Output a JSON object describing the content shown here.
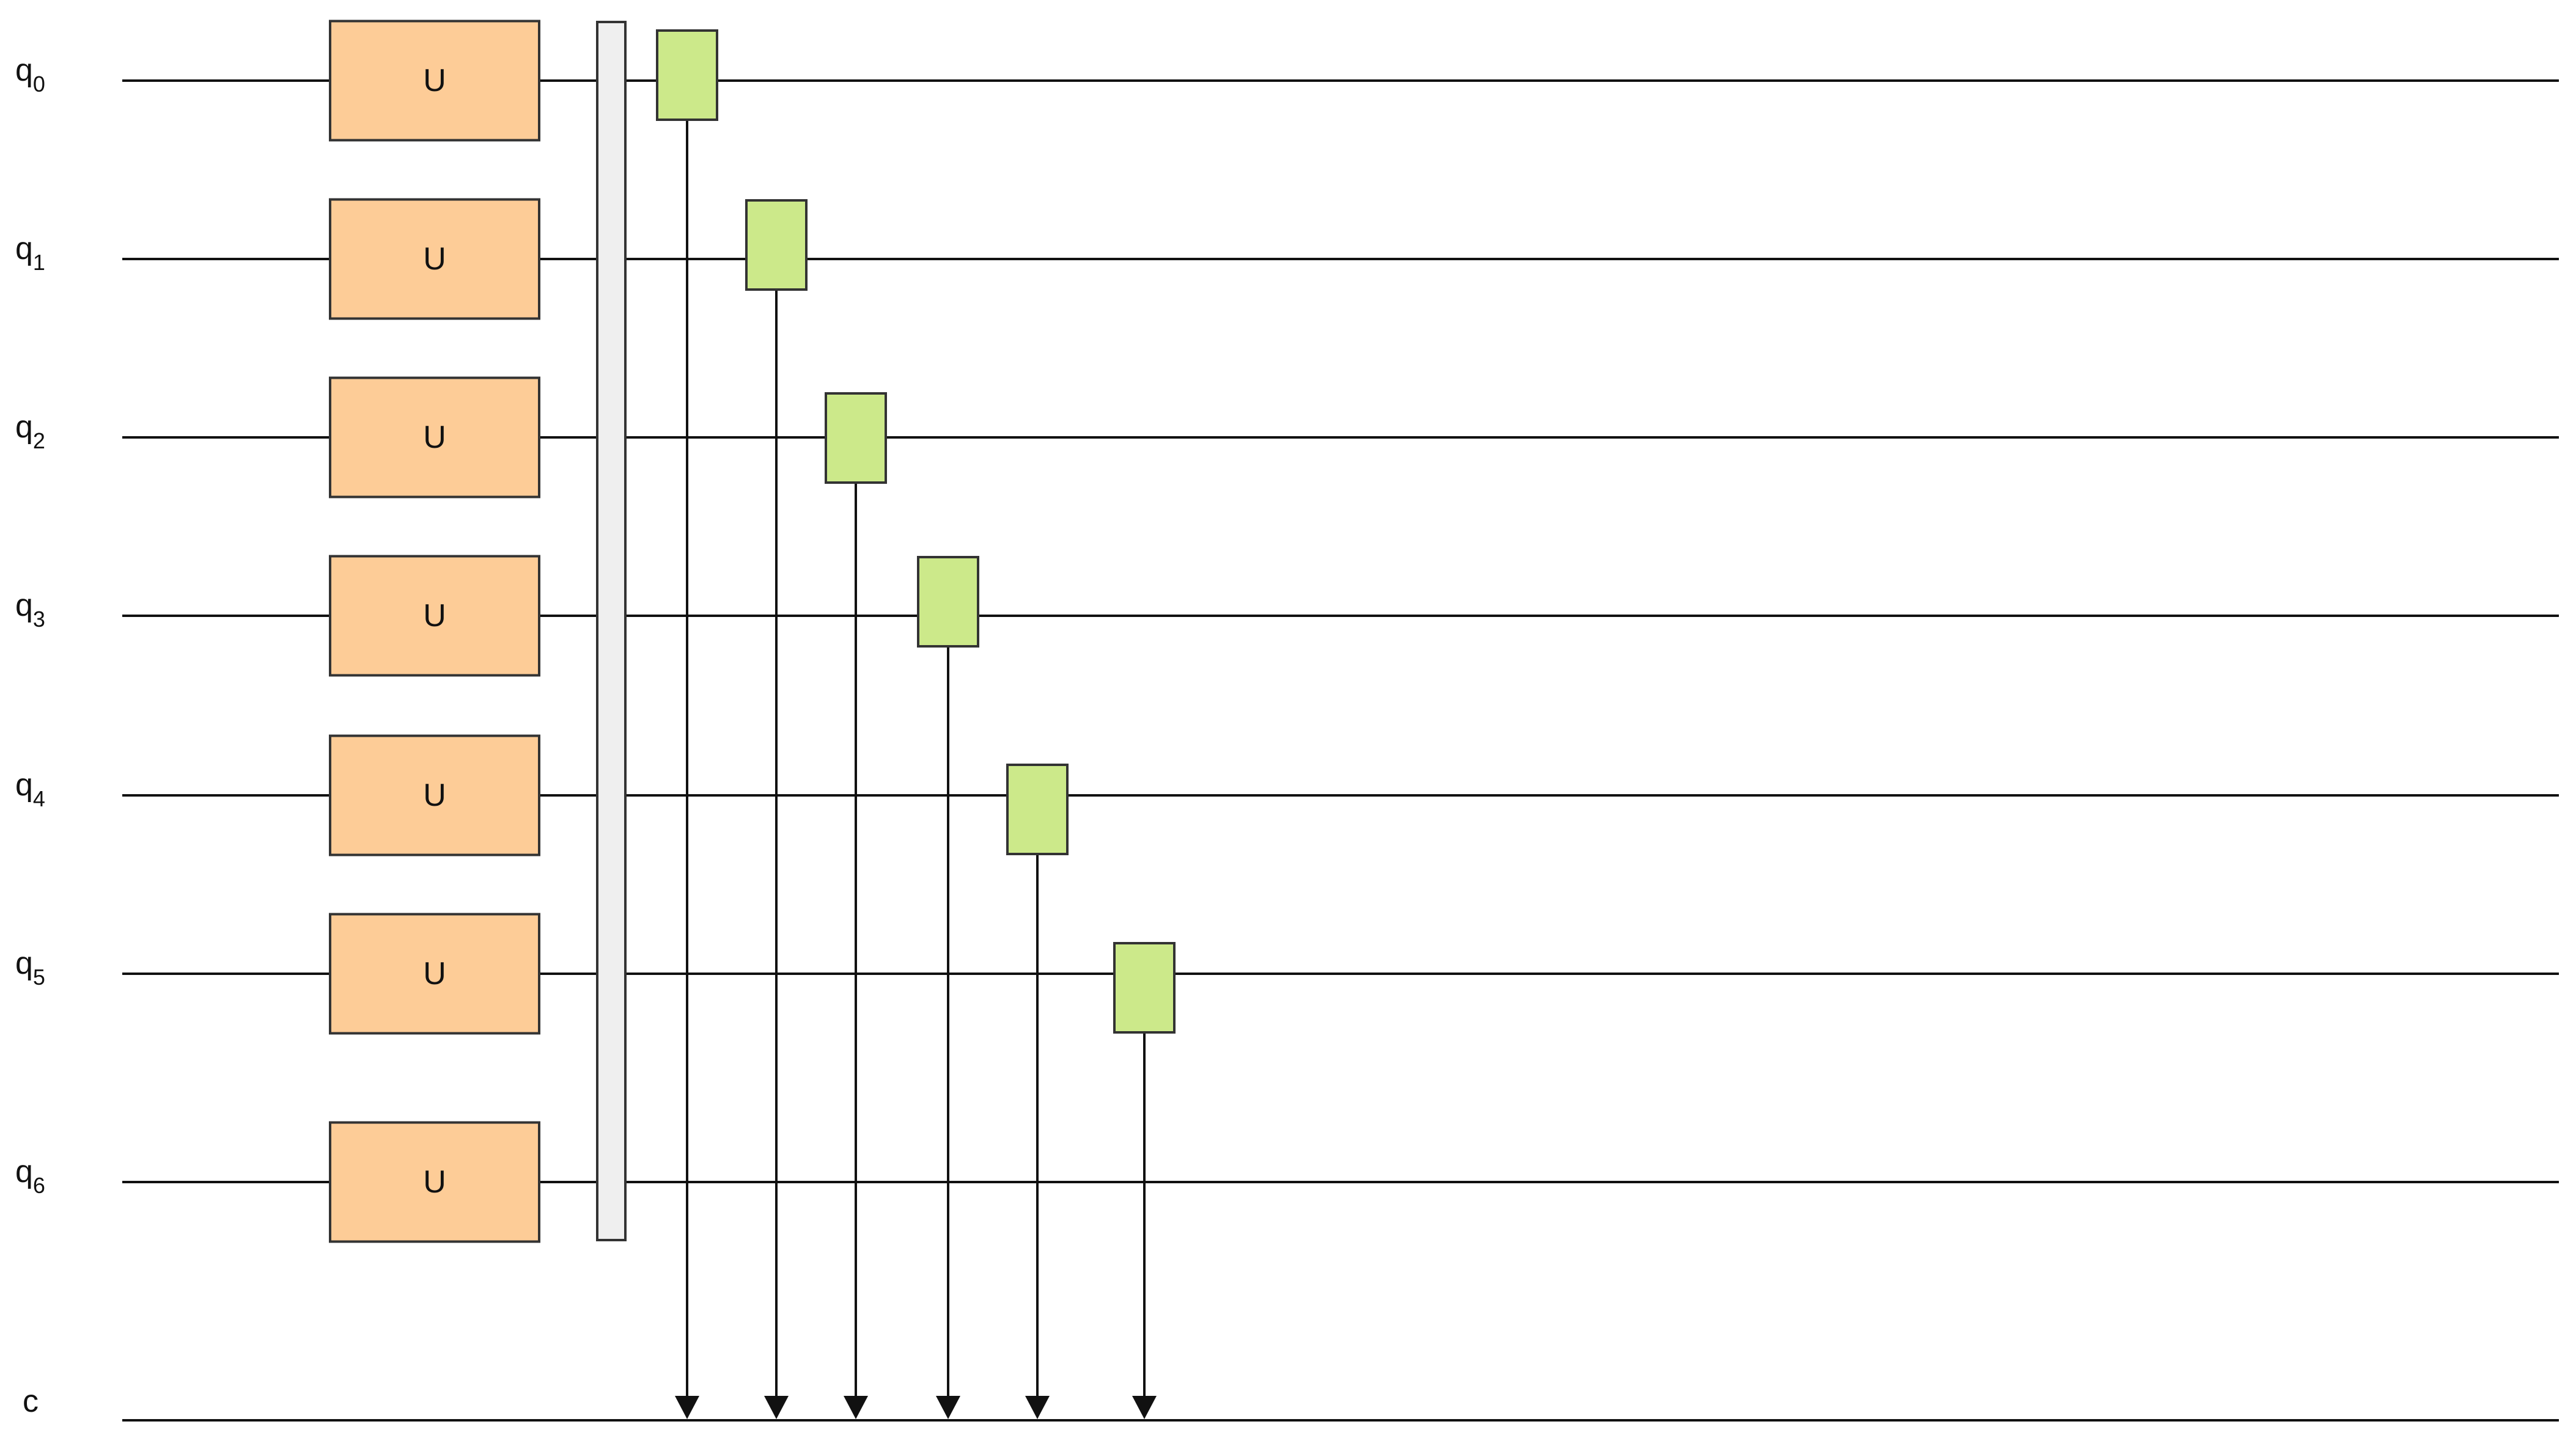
{
  "circuit": {
    "qubits": [
      {
        "label": "q",
        "index": "0",
        "gate": "U"
      },
      {
        "label": "q",
        "index": "1",
        "gate": "U"
      },
      {
        "label": "q",
        "index": "2",
        "gate": "U"
      },
      {
        "label": "q",
        "index": "3",
        "gate": "U"
      },
      {
        "label": "q",
        "index": "4",
        "gate": "U"
      },
      {
        "label": "q",
        "index": "5",
        "gate": "U"
      },
      {
        "label": "q",
        "index": "6",
        "gate": "U"
      }
    ],
    "classical_register": {
      "label": "c"
    },
    "barrier": true,
    "measurements": [
      {
        "qubit": "0"
      },
      {
        "qubit": "1"
      },
      {
        "qubit": "2"
      },
      {
        "qubit": "3"
      },
      {
        "qubit": "4"
      },
      {
        "qubit": "5"
      }
    ],
    "colors": {
      "u_gate_fill": "#fdcc97",
      "measure_fill": "#cce98a",
      "barrier_fill": "#efefef",
      "wire": "#111111"
    }
  }
}
